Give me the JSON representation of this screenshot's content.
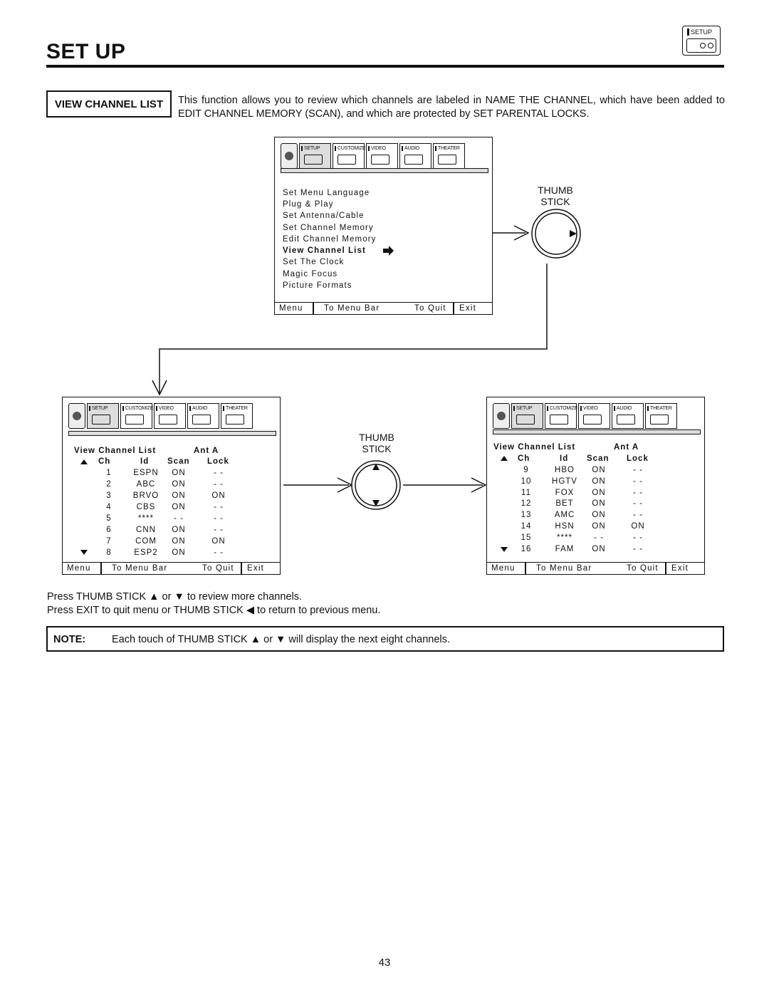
{
  "header": {
    "title": "SET UP",
    "badge_label": "SETUP"
  },
  "section": {
    "label": "VIEW CHANNEL LIST",
    "intro": "This function allows you to review which channels are labeled in NAME THE CHANNEL, which have been added to EDIT CHANNEL MEMORY (SCAN), and which are protected by SET PARENTAL LOCKS."
  },
  "tabs": [
    "SETUP",
    "CUSTOMIZE",
    "VIDEO",
    "AUDIO",
    "THEATER"
  ],
  "footer": {
    "menu": "Menu",
    "to_menu_bar": "To Menu Bar",
    "to_quit": "To Quit",
    "exit": "Exit"
  },
  "setup_menu": {
    "items": [
      "Set Menu Language",
      "Plug & Play",
      "Set Antenna/Cable",
      "Set Channel Memory",
      "Edit Channel Memory",
      "View Channel List",
      "Set The Clock",
      "Magic Focus",
      "Picture Formats"
    ],
    "selected_index": 5
  },
  "thumb_stick_label": "THUMB\nSTICK",
  "channel_list_1": {
    "title": "View Channel List",
    "antenna": "Ant A",
    "columns": [
      "Ch",
      "Id",
      "Scan",
      "Lock"
    ],
    "rows": [
      [
        "1",
        "ESPN",
        "ON",
        "- -"
      ],
      [
        "2",
        "ABC",
        "ON",
        "- -"
      ],
      [
        "3",
        "BRVO",
        "ON",
        "ON"
      ],
      [
        "4",
        "CBS",
        "ON",
        "- -"
      ],
      [
        "5",
        "****",
        "- -",
        "- -"
      ],
      [
        "6",
        "CNN",
        "ON",
        "- -"
      ],
      [
        "7",
        "COM",
        "ON",
        "ON"
      ],
      [
        "8",
        "ESP2",
        "ON",
        "- -"
      ]
    ]
  },
  "channel_list_2": {
    "title": "View Channel List",
    "antenna": "Ant A",
    "columns": [
      "Ch",
      "Id",
      "Scan",
      "Lock"
    ],
    "rows": [
      [
        "9",
        "HBO",
        "ON",
        "- -"
      ],
      [
        "10",
        "HGTV",
        "ON",
        "- -"
      ],
      [
        "11",
        "FOX",
        "ON",
        "- -"
      ],
      [
        "12",
        "BET",
        "ON",
        "- -"
      ],
      [
        "13",
        "AMC",
        "ON",
        "- -"
      ],
      [
        "14",
        "HSN",
        "ON",
        "ON"
      ],
      [
        "15",
        "****",
        "- -",
        "- -"
      ],
      [
        "16",
        "FAM",
        "ON",
        "- -"
      ]
    ]
  },
  "instructions": {
    "line1": "Press THUMB STICK ▲ or ▼ to review more channels.",
    "line2": "Press EXIT to quit menu or THUMB STICK ◀ to return to previous menu."
  },
  "note": {
    "label": "NOTE:",
    "text": "Each touch of THUMB STICK ▲ or ▼ will display the next eight channels."
  },
  "page_number": "43"
}
